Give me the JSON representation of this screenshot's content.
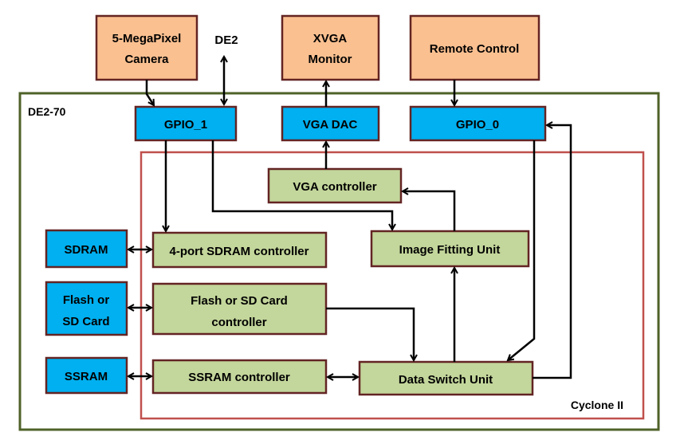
{
  "frames": {
    "board": {
      "label": "DE2-70",
      "color": "#4f6228"
    },
    "fpga": {
      "label": "Cyclone II",
      "color": "#c0504d"
    }
  },
  "external": {
    "camera": [
      "5-MegaPixel",
      "Camera"
    ],
    "monitor": [
      "XVGA",
      "Monitor"
    ],
    "remote": [
      "Remote Control"
    ],
    "de2": "DE2"
  },
  "board_blocks": {
    "gpio1": "GPIO_1",
    "vga_dac": "VGA DAC",
    "gpio0": "GPIO_0",
    "sdram": "SDRAM",
    "flash": [
      "Flash or",
      "SD Card"
    ],
    "ssram": "SSRAM"
  },
  "fpga_blocks": {
    "vga_controller": "VGA controller",
    "image_fitting": "Image Fitting Unit",
    "sdram_controller": "4-port SDRAM controller",
    "flash_controller": [
      "Flash or SD Card",
      "controller"
    ],
    "ssram_controller": "SSRAM controller",
    "data_switch": "Data Switch Unit"
  },
  "colors": {
    "external_fill": "#fac090",
    "board_fill": "#00b0f0",
    "fpga_fill": "#c3d69b",
    "box_border": "#632423",
    "arrow": "#000000"
  }
}
